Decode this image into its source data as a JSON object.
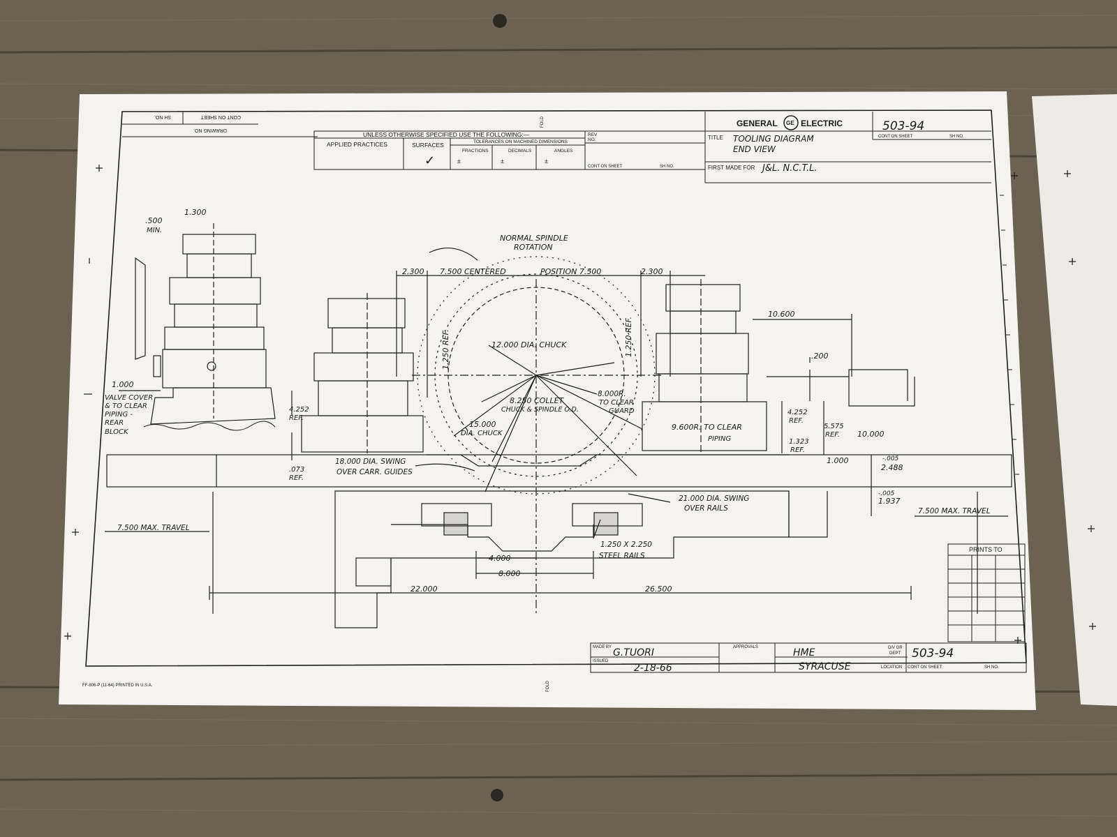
{
  "title_block": {
    "company": "GENERAL",
    "company2": "ELECTRIC",
    "logo_letters": "GE",
    "drawing_number": "503-94",
    "cont_on_sheet": "CONT ON SHEET",
    "sh_no": "SH NO.",
    "title_label": "TITLE",
    "title_line1": "TOOLING DIAGRAM",
    "title_line2": "END VIEW",
    "first_made_for_label": "FIRST MADE FOR",
    "first_made_for": "J&L.  N.C.T.L.",
    "rev_label": "REV",
    "rev_no": "NO.",
    "unless_note": "UNLESS OTHERWISE SPECIFIED USE THE FOLLOWING:—",
    "applied_practices": "APPLIED PRACTICES",
    "surfaces": "SURFACES",
    "surfaces_mark": "✓",
    "tolerances": "TOLERANCES ON MACHINED DIMENSIONS",
    "fractions": "FRACTIONS",
    "decimals": "DECIMALS",
    "angles": "ANGLES",
    "plusminus": "±",
    "drawing_no_label": "DRAWING NO.",
    "fold": "FOLD"
  },
  "bottom_block": {
    "made_by_label": "MADE BY",
    "made_by": "G.TUORI",
    "issued_label": "ISSUED",
    "issued": "2-18-66",
    "approvals_label": "APPROVALS",
    "dept": "HME",
    "location": "SYRACUSE",
    "div_label": "DIV OR",
    "dept_label": "DEPT",
    "location_label": "LOCATION",
    "number": "503-94",
    "cont_on_sheet": "CONT ON SHEET",
    "sh_no": "SH NO.",
    "prints_to": "PRINTS TO",
    "form_no": "FF-806-P  (11-64)   PRINTED IN U.S.A."
  },
  "dimensions": {
    "d1500": ".500",
    "d1300": "1.300",
    "min": "MIN.",
    "rotation1": "NORMAL SPINDLE",
    "rotation2": "ROTATION",
    "d2300a": "2.300",
    "centered": "7.500 CENTERED",
    "position": "POSITION  7.500",
    "d2300b": "2.300",
    "ref1250a": "1.250 REF.",
    "ref1250b": "1.250 REF.",
    "d10600": "10.600",
    "d200": ".200",
    "chuck12": "12.000 DIA. CHUCK",
    "collet1": "8.250 COLLET",
    "collet2": "CHUCK & SPINDLE O.D.",
    "r8000a": "8.000R.",
    "r8000b": "TO CLEAR",
    "r8000c": "GUARD",
    "chuck15a": "15.000",
    "chuck15b": "DIA. CHUCK",
    "r9600": "9.600R. TO CLEAR",
    "piping": "PIPING",
    "d1000": "1.000",
    "valve1": "VALVE COVER",
    "valve2": "& TO CLEAR",
    "valve3": "PIPING -",
    "valve4": "REAR",
    "valve5": "BLOCK",
    "ref4252a": "4.252",
    "ref4252a2": "REF.",
    "ref4252b": "4.252",
    "ref4252b2": "REF.",
    "ref5575": "5.575",
    "ref5575b": "REF.",
    "d10000": "10.000",
    "ref1323": "1.323",
    "ref1323b": "REF.",
    "ref073": ".073",
    "ref073b": "REF.",
    "swing18a": "18.000 DIA. SWING",
    "swing18b": "OVER CARR. GUIDES",
    "d1000b": "1.000",
    "tol005a": "-.005",
    "d2488": "2.488",
    "tol005b": "-.005",
    "d1937": "1.937",
    "swing21a": "21.000 DIA. SWING",
    "swing21b": "OVER RAILS",
    "travel_left": "7.500 MAX. TRAVEL",
    "travel_right": "7.500 MAX. TRAVEL",
    "rails1": "1.250 X 2.250",
    "rails2": "STEEL RAILS",
    "d4000": "4.000",
    "d8000": "8.000",
    "d22000": "22.000",
    "d26500": "26.500"
  },
  "colors": {
    "paper": "#f4f3ef",
    "ink": "#1f1f1f",
    "wood": "#6d6455"
  }
}
